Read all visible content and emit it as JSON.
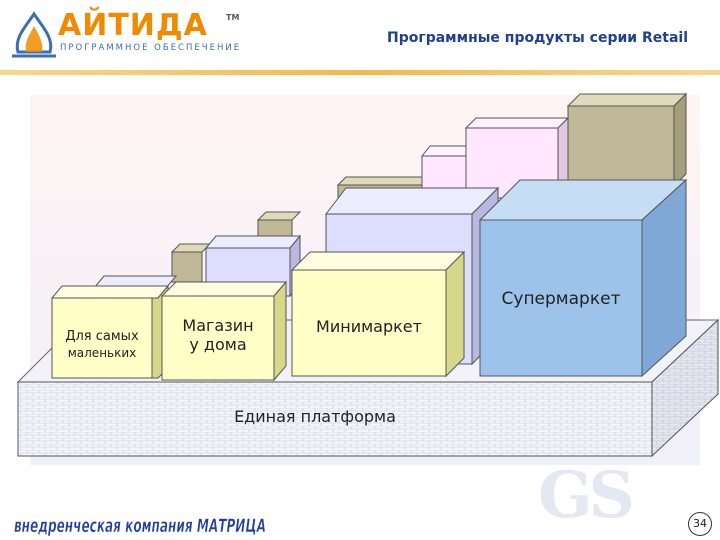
{
  "header": {
    "logo_text": "АЙТИДА",
    "logo_tm": "TM",
    "logo_subtitle": "ПРОГРАММНОЕ ОБЕСПЕЧЕНИЕ",
    "slide_title": "Программные продукты серии Retail"
  },
  "diagram": {
    "platform_label": "Единая платформа",
    "products": [
      {
        "label_line1": "Для самых",
        "label_line2": "маленьких"
      },
      {
        "label_line1": "Магазин",
        "label_line2": "у дома"
      },
      {
        "label_line1": "Минимаркет",
        "label_line2": ""
      },
      {
        "label_line1": "Супермаркет",
        "label_line2": ""
      }
    ]
  },
  "footer": {
    "brand_text": "внедренческая компания МАТРИЦА",
    "page_number": "34"
  },
  "colors": {
    "title_blue": "#1f3f8f",
    "logo_orange": "#f08a00",
    "header_rule": "#f5b84a",
    "box_yellow": "#ffffc8",
    "box_lavender": "#ddddff",
    "box_supermarket": "#9dc3ea",
    "box_pink": "#ffe8ff",
    "box_khaki": "#c0b896"
  }
}
